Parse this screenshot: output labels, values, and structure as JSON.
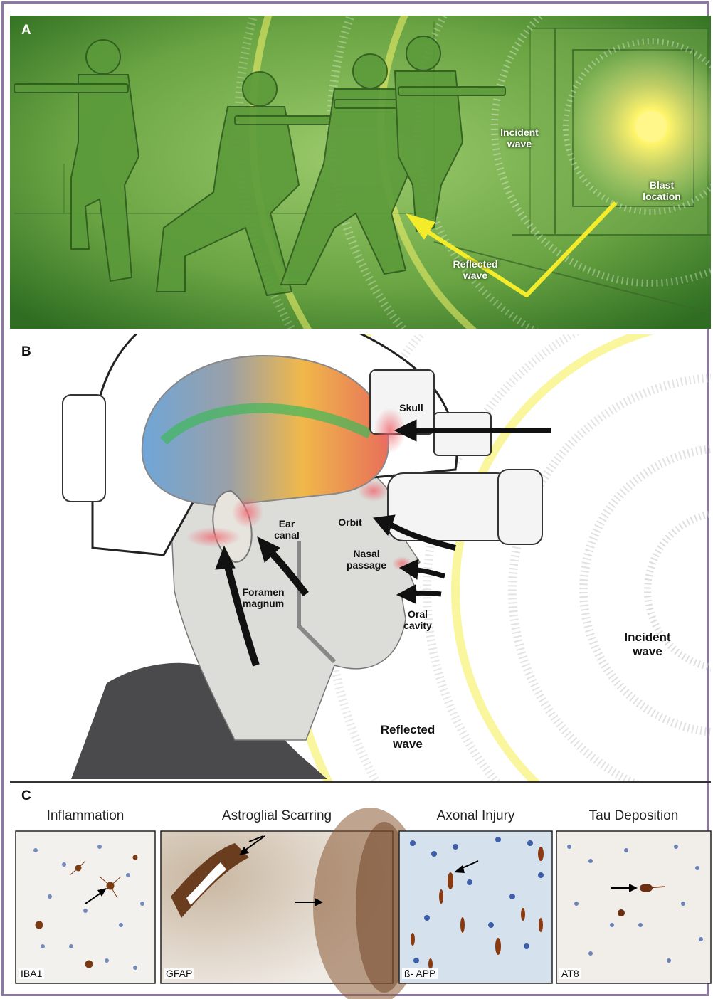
{
  "panel_a": {
    "letter": "A",
    "incident_wave": "Incident\nwave",
    "blast_location": "Blast\nlocation",
    "reflected_wave": "Reflected\nwave"
  },
  "panel_b": {
    "letter": "B",
    "skull": "Skull",
    "ear_canal": "Ear\ncanal",
    "orbit": "Orbit",
    "nasal_passage": "Nasal\npassage",
    "foramen_magnum": "Foramen\nmagnum",
    "oral_cavity": "Oral\ncavity",
    "incident_wave": "Incident\nwave",
    "reflected_wave": "Reflected\nwave"
  },
  "panel_c": {
    "letter": "C",
    "panels": [
      {
        "title": "Inflammation",
        "stain": "IBA1"
      },
      {
        "title": "Astroglial Scarring",
        "stain": "GFAP"
      },
      {
        "title": "Axonal Injury",
        "stain": "ß- APP"
      },
      {
        "title": "Tau Deposition",
        "stain": "AT8"
      }
    ]
  },
  "colors": {
    "frame": "#8c78a3",
    "panel_a_green": "#5f9a3a",
    "blast_yellow": "#fff27a",
    "stain_brown": "#7a3a12",
    "nuclei_blue": "#3d5fa8"
  }
}
